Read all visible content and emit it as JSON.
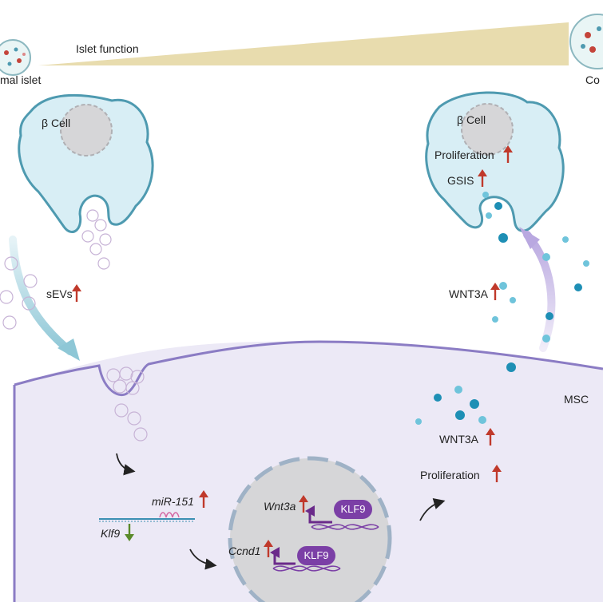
{
  "header": {
    "left_label": "mal islet",
    "function_label": "Islet function",
    "right_label": "Co"
  },
  "left_cell": {
    "label": "β Cell",
    "sevs_label": "sEVs"
  },
  "right_cell": {
    "label": "β Cell",
    "proliferation_label": "Proliferation",
    "gsis_label": "GSIS",
    "wnt3a_label": "WNT3A"
  },
  "msc": {
    "label": "MSC",
    "wnt3a_label": "WNT3A",
    "proliferation_label": "Proliferation",
    "mir_label": "miR-151",
    "klf9_label": "Klf9",
    "wnt3a_gene_label": "Wnt3a",
    "ccnd1_gene_label": "Ccnd1",
    "klf9_protein_top": "KLF9",
    "klf9_protein_bottom": "KLF9"
  },
  "colors": {
    "up_arrow": "#c0392b",
    "down_arrow": "#5a8a2a",
    "cell_fill": "#d8eef5",
    "cell_stroke": "#4e9ab0",
    "msc_fill": "#ece9f6",
    "msc_stroke": "#8b7cc4",
    "klf9": "#7b3fa6",
    "wedge": "#e8dcae"
  }
}
